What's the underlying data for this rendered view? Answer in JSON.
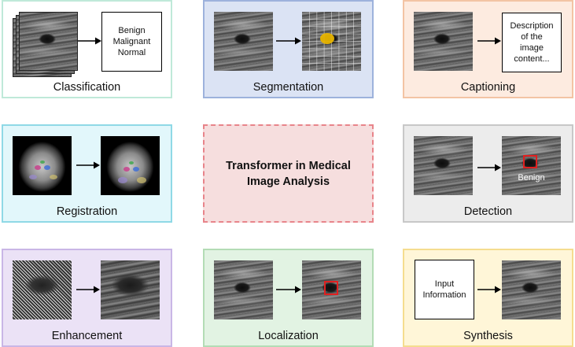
{
  "center": {
    "line1": "Transformer in Medical",
    "line2": "Image Analysis"
  },
  "panels": {
    "classification": {
      "caption": "Classification",
      "labels": [
        "Benign",
        "Malignant",
        "Normal"
      ]
    },
    "segmentation": {
      "caption": "Segmentation"
    },
    "captioning": {
      "caption": "Captioning",
      "labels": [
        "Description",
        "of the",
        "image",
        "content..."
      ]
    },
    "registration": {
      "caption": "Registration"
    },
    "detection": {
      "caption": "Detection",
      "box_label": "Benign"
    },
    "enhancement": {
      "caption": "Enhancement"
    },
    "localization": {
      "caption": "Localization"
    },
    "synthesis": {
      "caption": "Synthesis",
      "labels": [
        "Input",
        "Information"
      ]
    }
  },
  "colors": {
    "classification": {
      "bg": "#ffffff",
      "border": "#bfe9d9"
    },
    "segmentation": {
      "bg": "#dbe3f4",
      "border": "#9db2dc"
    },
    "captioning": {
      "bg": "#fdebe0",
      "border": "#f3c4a4"
    },
    "registration": {
      "bg": "#e2f7fb",
      "border": "#8fd9e6"
    },
    "detection": {
      "bg": "#ececec",
      "border": "#c8c8c8"
    },
    "enhancement": {
      "bg": "#ebe2f6",
      "border": "#c9b6e6"
    },
    "localization": {
      "bg": "#e2f3e3",
      "border": "#b3dcb5"
    },
    "synthesis": {
      "bg": "#fff6d8",
      "border": "#f5dd8f"
    },
    "center_bg": "#f6dede",
    "center_border": "#e8848a",
    "detection_box": "#e02020",
    "segmentation_mask": "#e8b400"
  }
}
